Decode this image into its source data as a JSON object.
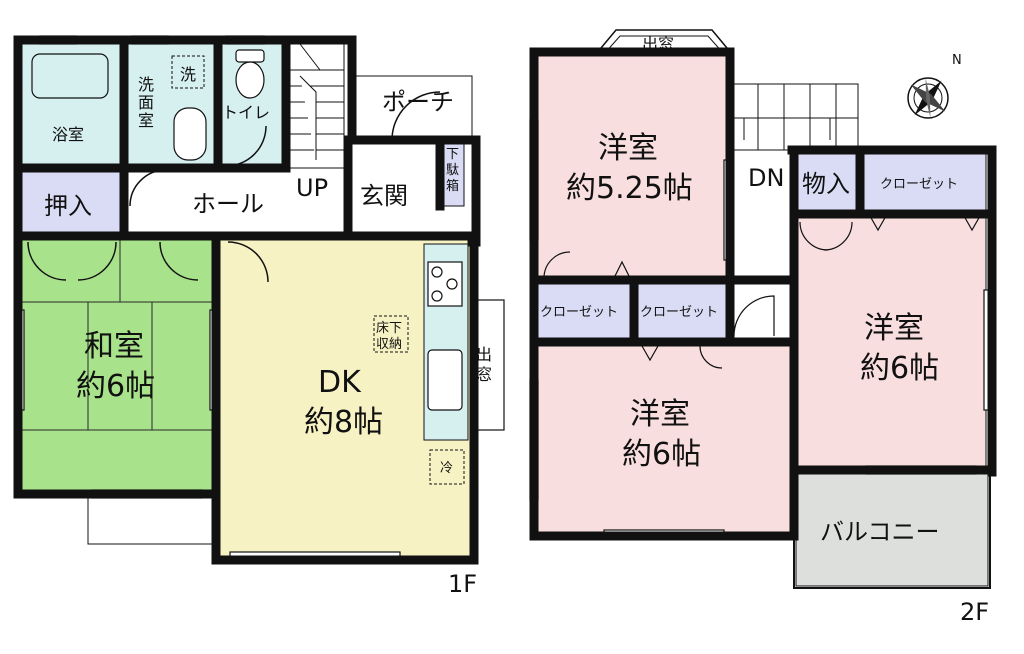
{
  "floor1": {
    "label": "1F",
    "rooms": {
      "bath": "浴室",
      "washroom": "洗\n面\n室",
      "wash_mark": "洗",
      "toilet": "トイレ",
      "porch": "ポーチ",
      "closet": "押入",
      "hall": "ホール",
      "up": "UP",
      "entrance": "玄関",
      "shoebox": "下\n駄\n箱",
      "washitsu_name": "和室",
      "washitsu_size": "約6帖",
      "dk_name": "DK",
      "dk_size": "約8帖",
      "underfloor": "床下\n収納",
      "bay_window": "出\n窓",
      "fridge": "冷"
    }
  },
  "floor2": {
    "label": "2F",
    "rooms": {
      "bay_window": "出窓",
      "room_a_name": "洋室",
      "room_a_size": "約5.25帖",
      "dn": "DN",
      "storage": "物入",
      "closet_top": "クローゼット",
      "closet_left": "クローゼット",
      "closet_mid": "クローゼット",
      "room_b_name": "洋室",
      "room_b_size": "約6帖",
      "room_c_name": "洋室",
      "room_c_size": "約6帖",
      "balcony": "バルコニー"
    },
    "compass": "N"
  },
  "colors": {
    "wet": "#d6f0f0",
    "tatami": "#a8e28a",
    "dk": "#f7f2c4",
    "western": "#f8dede",
    "storage": "#dadcf5",
    "balcony": "#dcdfdb",
    "wall": "#111111"
  }
}
